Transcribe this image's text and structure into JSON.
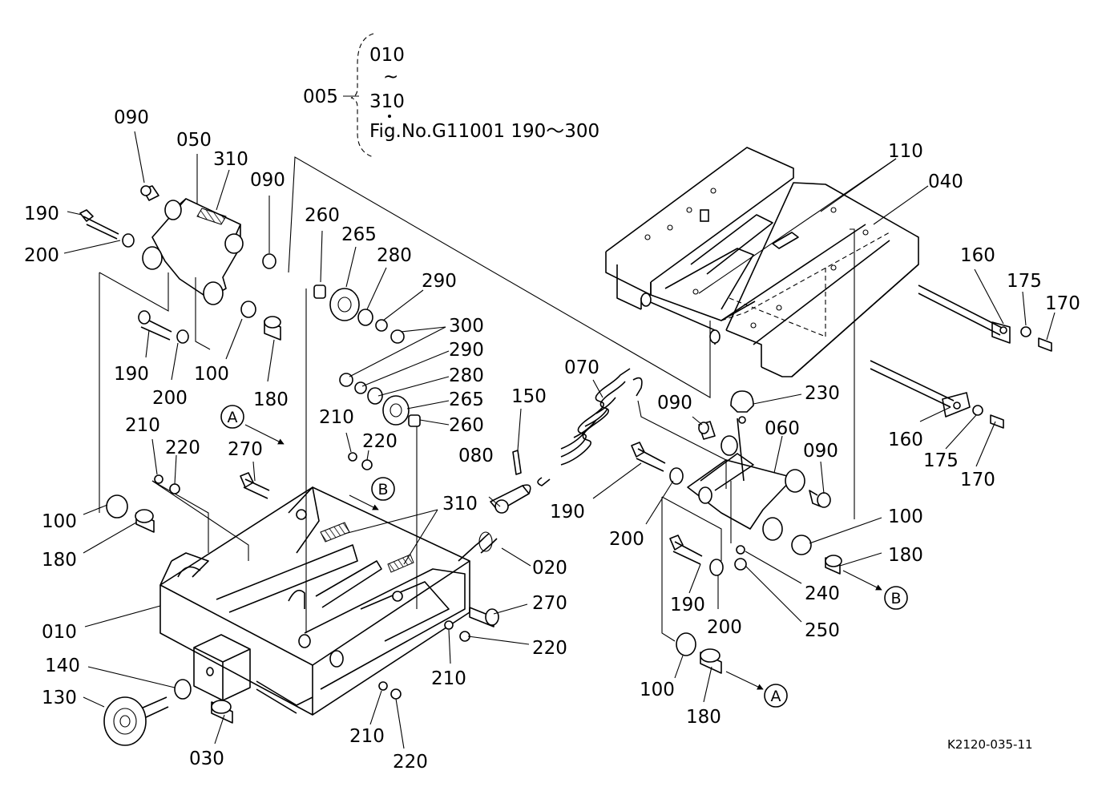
{
  "assembly": {
    "main_no": "005",
    "range_start": "010",
    "tilde": "~",
    "range_end": "310",
    "fig_ref": "Fig.No.G11001  190～300"
  },
  "drawing_code": "K2120-035-11",
  "callouts": {
    "a": "A",
    "b": "B"
  },
  "labels": {
    "p010": "010",
    "p020": "020",
    "p030": "030",
    "p040": "040",
    "p050": "050",
    "p060": "060",
    "p070": "070",
    "p080": "080",
    "p090": "090",
    "p100": "100",
    "p110": "110",
    "p130": "130",
    "p140": "140",
    "p150": "150",
    "p160": "160",
    "p170": "170",
    "p175": "175",
    "p180": "180",
    "p190": "190",
    "p200": "200",
    "p210": "210",
    "p220": "220",
    "p230": "230",
    "p240": "240",
    "p250": "250",
    "p260": "260",
    "p265": "265",
    "p270": "270",
    "p280": "280",
    "p290": "290",
    "p300": "300",
    "p310": "310"
  }
}
